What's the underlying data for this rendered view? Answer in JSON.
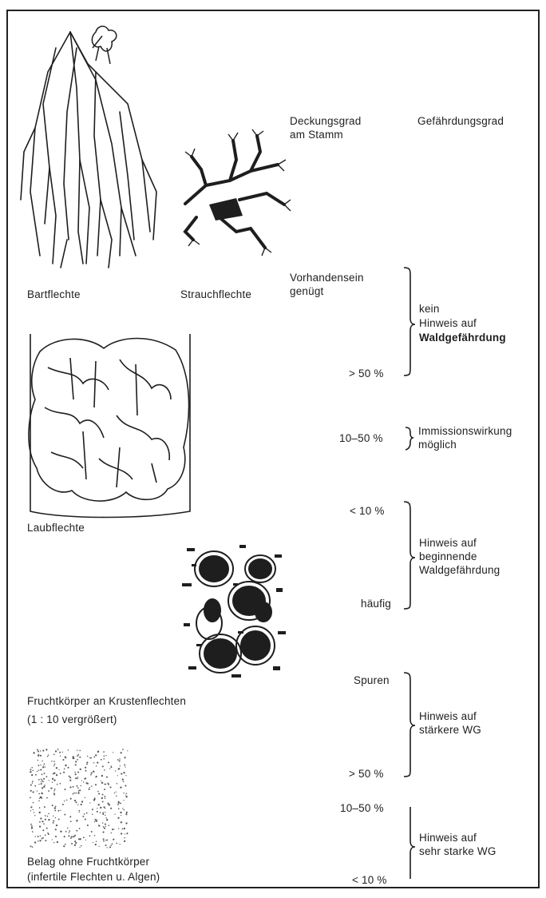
{
  "header": {
    "coverage": "Deckungsgrad\nam Stamm",
    "danger": "Gefährdungsgrad"
  },
  "lichens": {
    "bart": "Bartflechte",
    "strauch": "Strauchflechte",
    "laub": "Laubflechte",
    "frucht_1": "Fruchtkörper an Krustenflechten",
    "frucht_2": "(1 : 10 vergrößert)",
    "belag_1": "Belag ohne Fruchtkörper",
    "belag_2": "(infertile Flechten u. Algen)"
  },
  "coverage": {
    "vorhanden": "Vorhandensein\ngenügt",
    "gt50a": "> 50 %",
    "r10_50a": "10–50 %",
    "lt10a": "< 10 %",
    "haeufig": "häufig",
    "spuren": "Spuren",
    "gt50b": "> 50 %",
    "r10_50b": "10–50 %",
    "lt10b": "< 10 %"
  },
  "danger": {
    "kein_1": "kein",
    "kein_2": "Hinweis auf",
    "kein_3": "Waldgefährdung",
    "imm": "Immissionswirkung\nmöglich",
    "beg": "Hinweis auf\nbeginnende\nWaldgefährdung",
    "stark": "Hinweis auf\nstärkere WG",
    "sehr": "Hinweis auf\nsehr starke WG"
  }
}
